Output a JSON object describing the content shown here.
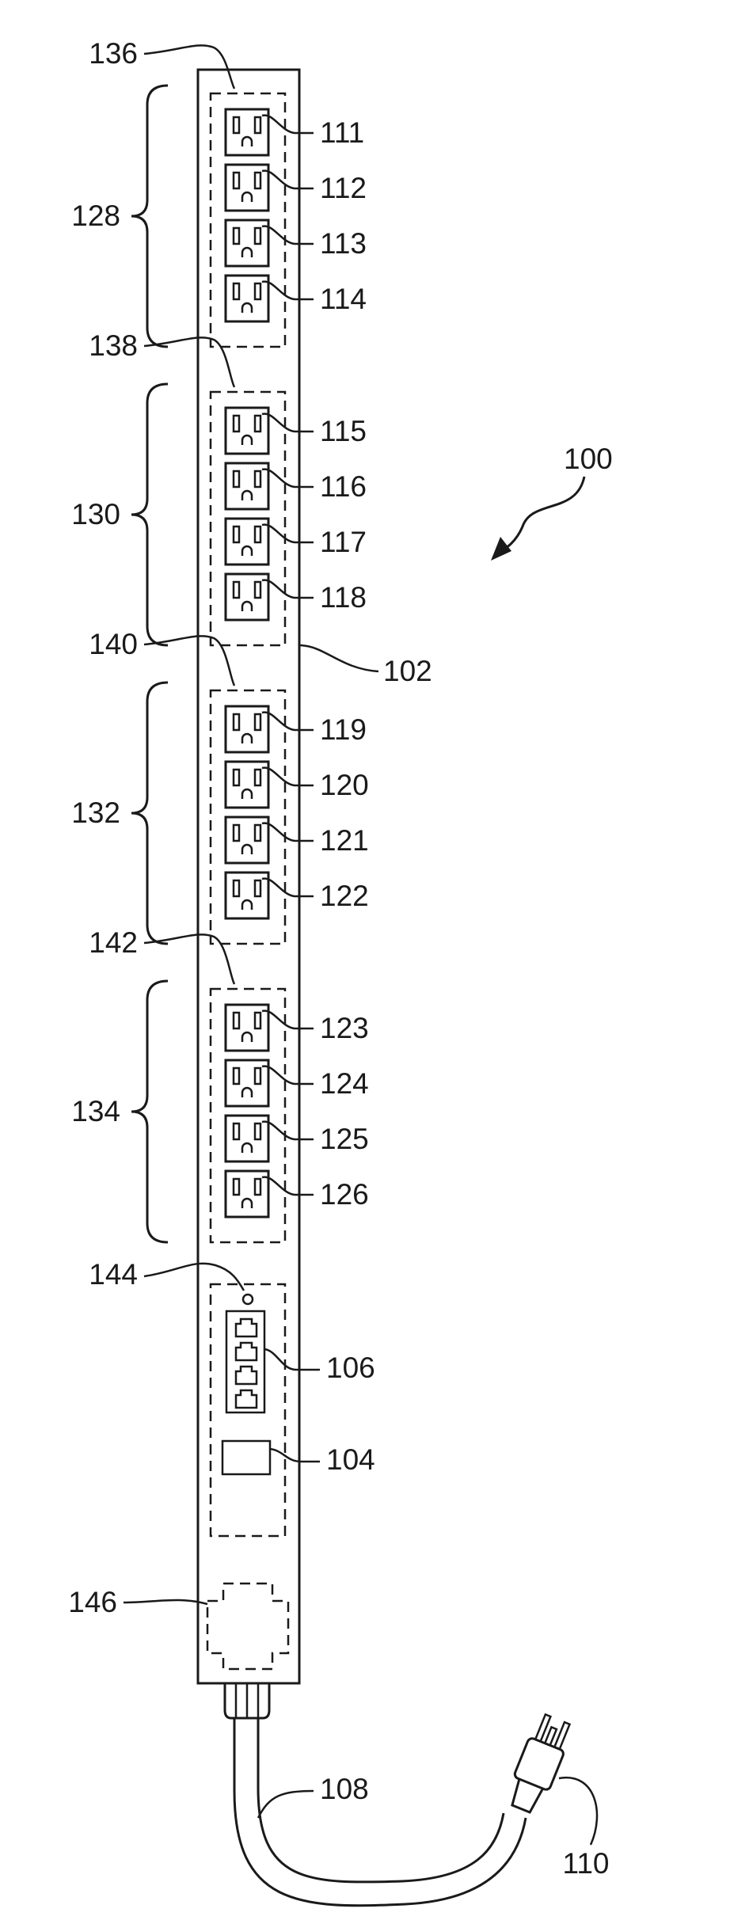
{
  "figure": {
    "device_ref": "100",
    "housing_ref": "102",
    "group_brackets": [
      {
        "ref": "128",
        "group_ref": "136",
        "outlets": [
          "111",
          "112",
          "113",
          "114"
        ]
      },
      {
        "ref": "130",
        "group_ref": "138",
        "outlets": [
          "115",
          "116",
          "117",
          "118"
        ]
      },
      {
        "ref": "132",
        "group_ref": "140",
        "outlets": [
          "119",
          "120",
          "121",
          "122"
        ]
      },
      {
        "ref": "134",
        "group_ref": "142",
        "outlets": [
          "123",
          "124",
          "125",
          "126"
        ]
      }
    ],
    "controller_ref": "144",
    "network_ports_ref": "106",
    "display_ref": "104",
    "inlet_module_ref": "146",
    "cord_ref": "108",
    "plug_ref": "110"
  }
}
